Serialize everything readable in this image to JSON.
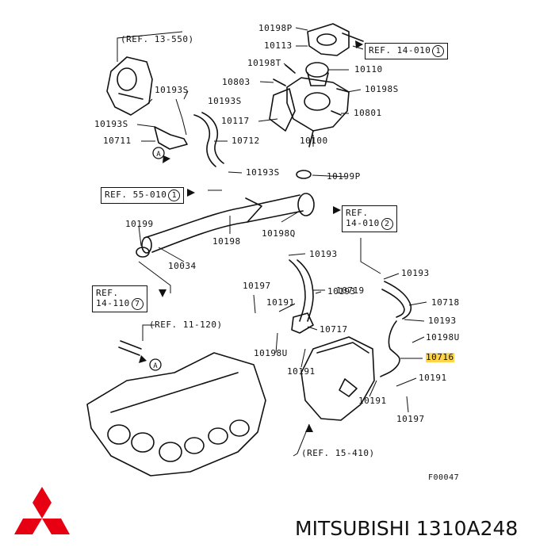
{
  "diagram": {
    "parts": {
      "p10198P": "10198P",
      "p10113": "10113",
      "p10110": "10110",
      "p10198T": "10198T",
      "p10803": "10803",
      "p10198S": "10198S",
      "p10801": "10801",
      "p10117": "10117",
      "p10100": "10100",
      "p10193S_a": "10193S",
      "p10193S_b": "10193S",
      "p10193S_c": "10193S",
      "p10193S_d": "10193S",
      "p10711": "10711",
      "p10712": "10712",
      "p10199P": "10199P",
      "p10199": "10199",
      "p10198": "10198",
      "p10198Q": "10198Q",
      "p10034": "10034",
      "p10193_a": "10193",
      "p10193_b": "10193",
      "p10193_c": "10193",
      "p10193_d": "10193",
      "p10197_a": "10197",
      "p10197_b": "10197",
      "p10191_a": "10191",
      "p10191_b": "10191",
      "p10191_c": "10191",
      "p10191_d": "10191",
      "p10719": "10719",
      "p10718": "10718",
      "p10717": "10717",
      "p10716": "10716",
      "p10198U_a": "10198U",
      "p10198U_b": "10198U"
    },
    "refs": {
      "r13_550": "(REF. 13-550)",
      "r14_010_1": "REF. 14-010",
      "r14_010_1_num": "1",
      "r55_010": "REF. 55-010",
      "r55_010_num": "1",
      "r14_010_2_l1": "REF.",
      "r14_010_2_l2": "14-010",
      "r14_010_2_num": "2",
      "r14_110_l1": "REF.",
      "r14_110_l2": "14-110",
      "r14_110_num": "7",
      "r11_120": "(REF. 11-120)",
      "r15_410": "(REF. 15-410)"
    },
    "callout_a": "A",
    "figure_code": "F00047",
    "highlight_color": "#ffd54a"
  },
  "brand": {
    "caption": "MITSUBISHI 1310A248",
    "logo_color": "#e60012"
  }
}
